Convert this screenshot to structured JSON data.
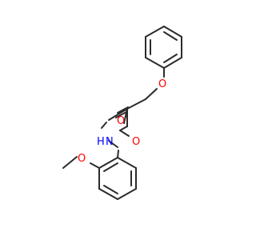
{
  "molecule": {
    "atoms": {
      "ether_oxygen": "O",
      "carbonyl_oxygen": "O",
      "ester_oxygen": "O",
      "amine_nitrogen": "N",
      "amine_hydrogen": "H",
      "methoxy_oxygen": "O"
    }
  },
  "colors": {
    "bond": "#2b2b2b",
    "oxygen": "#ff0000",
    "nitrogen": "#0000ff",
    "background": "#ffffff"
  }
}
